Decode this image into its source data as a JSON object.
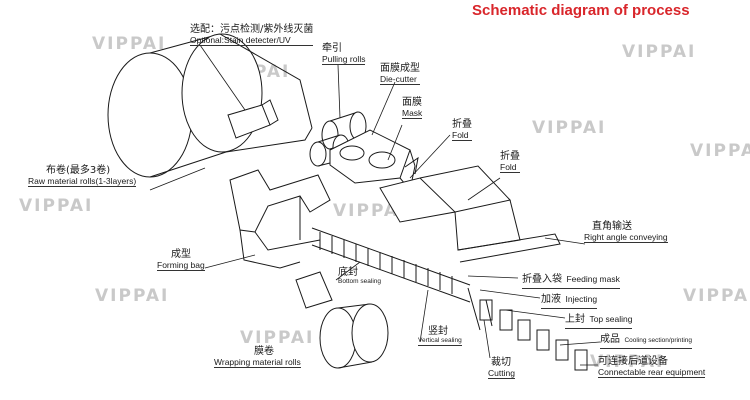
{
  "title": "Schematic diagram of process",
  "watermark": "VIPPAI",
  "accent_color": "#d9262b",
  "labels": {
    "stain_detector": {
      "zh": "选配：污点检测/紫外线灭菌",
      "en": "Optional:Stain detecter/UV"
    },
    "pulling_rolls": {
      "zh": "牵引",
      "en": "Pulling rolls"
    },
    "die_cutter": {
      "zh": "面膜成型",
      "en": "Die-cutter"
    },
    "mask": {
      "zh": "面膜",
      "en": "Mask"
    },
    "fold1": {
      "zh": "折叠",
      "en": "Fold"
    },
    "fold2": {
      "zh": "折叠",
      "en": "Fold"
    },
    "raw_material": {
      "zh": "布卷(最多3卷)",
      "en": "Raw material rolls(1-3layers)"
    },
    "right_angle": {
      "zh": "直角输送",
      "en": "Right angle conveying"
    },
    "forming_bag": {
      "zh": "成型",
      "en": "Forming bag"
    },
    "bottom_sealing": {
      "zh": "底封",
      "en": "Bottom sealing"
    },
    "feeding_mask": {
      "zh": "折叠入袋",
      "en": "Feeding mask"
    },
    "injecting": {
      "zh": "加液",
      "en": "Injecting"
    },
    "top_sealing": {
      "zh": "上封",
      "en": "Top sealing"
    },
    "cooling": {
      "zh": "成品",
      "en": "Cooling section/printing"
    },
    "vertical_sealing": {
      "zh": "竖封",
      "en": "Vertical sealing"
    },
    "wrapping_rolls": {
      "zh": "膜卷",
      "en": "Wrapping material rolls"
    },
    "cutting": {
      "zh": "裁切",
      "en": "Cutting"
    },
    "rear_equipment": {
      "zh": "可连接后道设备",
      "en": "Connectable rear equipment"
    }
  }
}
